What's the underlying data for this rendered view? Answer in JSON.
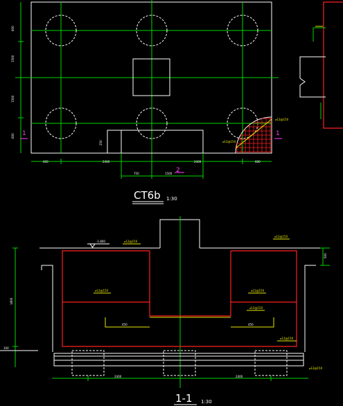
{
  "plan": {
    "title": "CT6b",
    "scale": "1:30",
    "section_marks": [
      "1",
      "1",
      "2"
    ],
    "dims_bottom": [
      "600",
      "2400",
      "2400",
      "600"
    ],
    "dims_center": [
      "750",
      "1500"
    ],
    "dims_left": [
      "600",
      "1500",
      "1500",
      "600"
    ],
    "note_small": "250",
    "rebar_labels": [
      "⌀12@150",
      "⌀12@150"
    ]
  },
  "section": {
    "title": "1-1",
    "scale": "1:30",
    "level_left": "-1.800",
    "labels_top": [
      "⌀12@150",
      "⌀12@150"
    ],
    "labels_mid": [
      "⌀12@150",
      "⌀12@150",
      "⌀12@150"
    ],
    "dims_inner": [
      "450",
      "450"
    ],
    "dims_bottom": [
      "2400",
      "2400"
    ],
    "dims_left": [
      "1800",
      "100"
    ],
    "dims_right": [
      "500"
    ],
    "bottom_label": "⌀12@150",
    "right_label": "⌀12@150"
  }
}
